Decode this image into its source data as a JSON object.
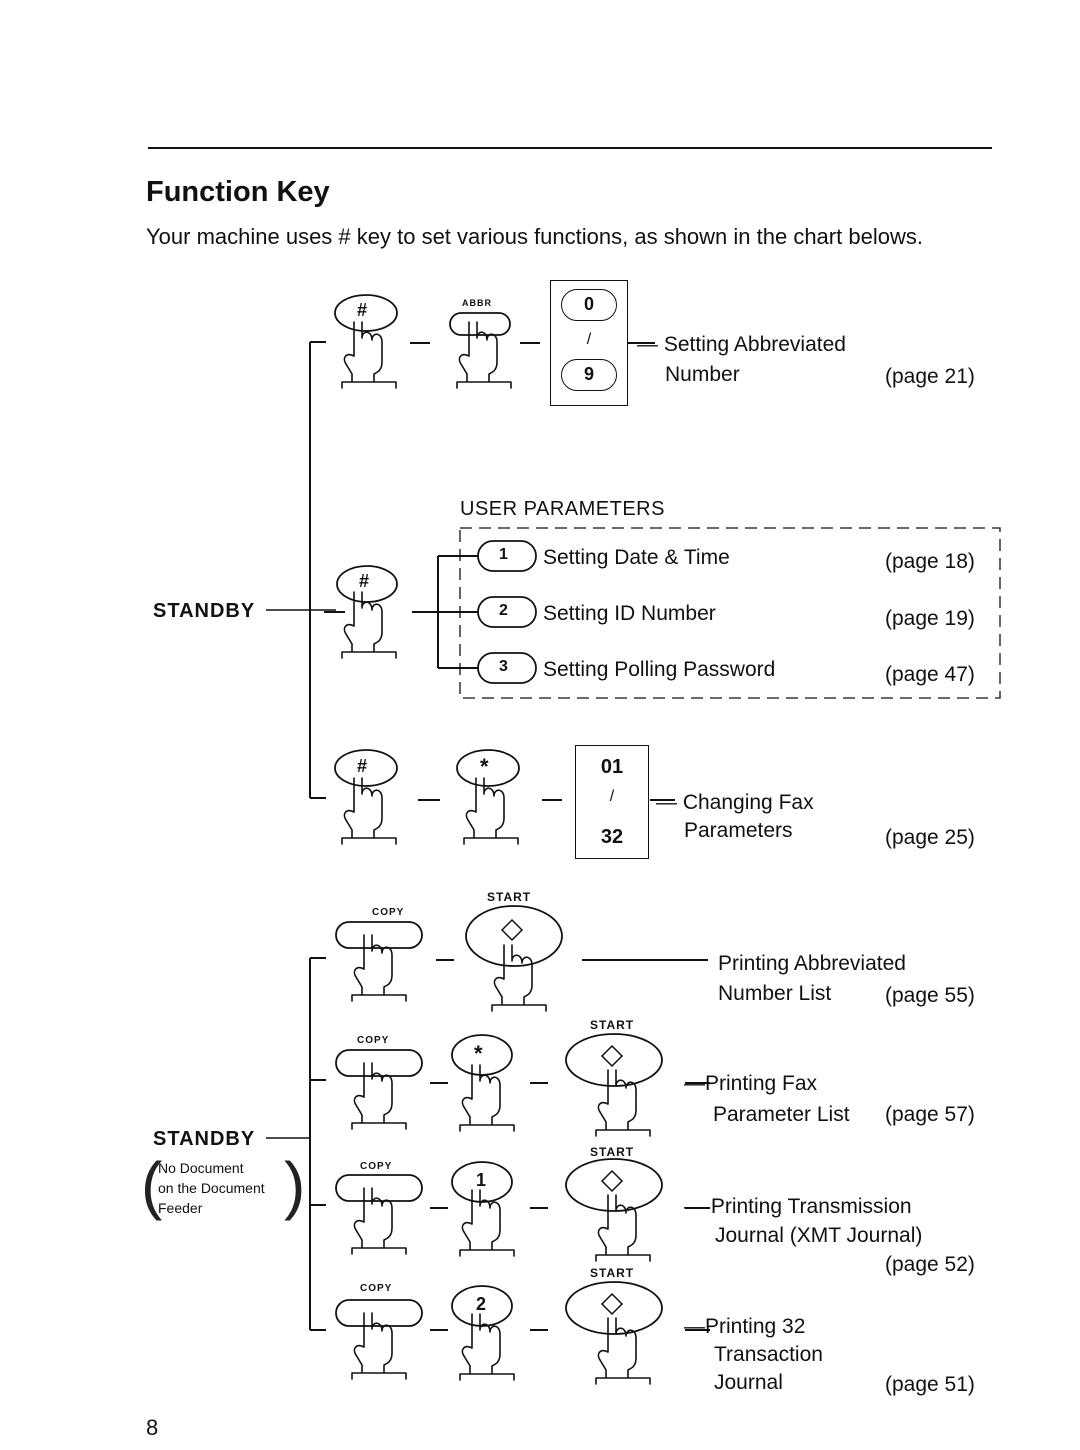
{
  "header": {
    "title": "Function Key",
    "intro": "Your machine uses # key to set various functions, as shown in the chart belows."
  },
  "standby_labels": [
    "STANDBY",
    "STANDBY"
  ],
  "standby_note": [
    "No Document",
    "on the Document",
    "Feeder"
  ],
  "key_labels": {
    "abbr": "ABBR",
    "copy": "COPY",
    "start": "START",
    "hash": "#",
    "star": "*"
  },
  "abbr_range": {
    "from": "0",
    "sep": "/",
    "to": "9"
  },
  "fax_param_range": {
    "from": "01",
    "sep": "/",
    "to": "32"
  },
  "user_parameters": {
    "heading": "USER PARAMETERS",
    "items": [
      {
        "key": "1",
        "label": "Setting Date & Time",
        "page": "(page 18)"
      },
      {
        "key": "2",
        "label": "Setting ID Number",
        "page": "(page 19)"
      },
      {
        "key": "3",
        "label": "Setting Polling Password",
        "page": "(page 47)"
      }
    ]
  },
  "functions": {
    "abbreviated_number": {
      "line1": "— Setting Abbreviated",
      "line2": "Number",
      "page": "(page 21)"
    },
    "fax_parameters": {
      "line1": "— Changing Fax",
      "line2": "Parameters",
      "page": "(page 25)"
    },
    "print_abbr_list": {
      "line1": "Printing Abbreviated",
      "line2": "Number List",
      "page": "(page 55)"
    },
    "print_fax_param_list": {
      "line1": "—Printing Fax",
      "line2": "Parameter List",
      "page": "(page 57)"
    },
    "print_xmt_journal": {
      "line1": "— Printing Transmission",
      "line2": "Journal (XMT Journal)",
      "page": "(page 52)"
    },
    "print_32_journal": {
      "line1": "—Printing 32",
      "line2": "Transaction",
      "line3": "Journal",
      "page": "(page 51)"
    }
  },
  "page_number": "8"
}
